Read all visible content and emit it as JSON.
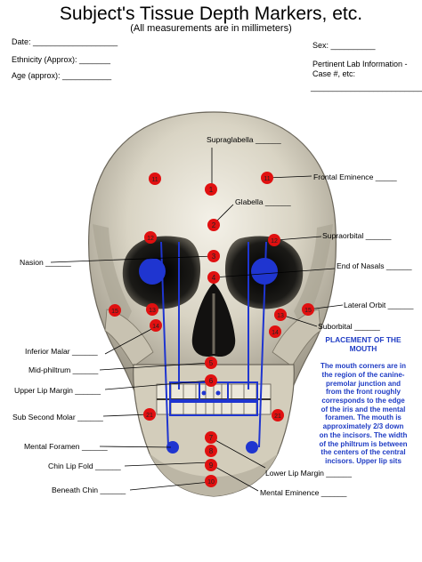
{
  "header": {
    "title": "Subject's Tissue Depth Markers, etc.",
    "subtitle": "(All measurements are in millimeters)"
  },
  "form": {
    "date": "Date: ___________________",
    "ethnicity": "Ethnicity (Approx): _______",
    "age": "Age (approx): ___________",
    "sex": "Sex: __________",
    "lab_line1": "Pertinent Lab Information -",
    "lab_line2": "Case #, etc:",
    "lab_blank": "____________________________"
  },
  "markers": {
    "m1": "1",
    "m2": "2",
    "m3": "3",
    "m4": "4",
    "m5": "5",
    "m6": "6",
    "m7": "7",
    "m8": "8",
    "m9": "9",
    "m10": "10",
    "m11": "11",
    "m12": "12",
    "m13": "13",
    "m14": "14",
    "m15": "15",
    "m21": "21"
  },
  "labels": {
    "supraglabella": "Supraglabella ______",
    "frontal_eminence": "Frontal Eminence _____",
    "glabella": "Glabella ______",
    "supraorbital": "Supraorbital ______",
    "nasion": "Nasion ______",
    "end_of_nasals": "End of Nasals ______",
    "lateral_orbit": "Lateral Orbit ______",
    "suborbital": "Suborbital ______",
    "inferior_malar": "Inferior Malar ______",
    "mid_philtrum": "Mid-philtrum ______",
    "upper_lip_margin": "Upper Lip Margin ______",
    "sub_second_molar": "Sub Second Molar ______",
    "mental_foramen": "Mental Foramen ______",
    "chin_lip_fold": "Chin Lip Fold ______",
    "beneath_chin": "Beneath Chin ______",
    "lower_lip_margin": "Lower Lip Margin ______",
    "mental_eminence": "Mental Eminence ______"
  },
  "placement": {
    "title_line1": "PLACEMENT OF THE",
    "title_line2": "MOUTH",
    "body": [
      "The mouth corners are in",
      "the region of the canine-",
      "premolar junction and",
      "from the front roughly",
      "corresponds to the edge",
      "of the iris and the mental",
      "foramen. The mouth is",
      "approximately 2/3 down",
      "on the incisors. The width",
      "of the philtrum is between",
      "the centers of the central",
      "incisors. Upper lip sits"
    ]
  },
  "colors": {
    "marker": "#e01010",
    "guide": "#1f35d0",
    "placement_text": "#1f3cc4"
  }
}
